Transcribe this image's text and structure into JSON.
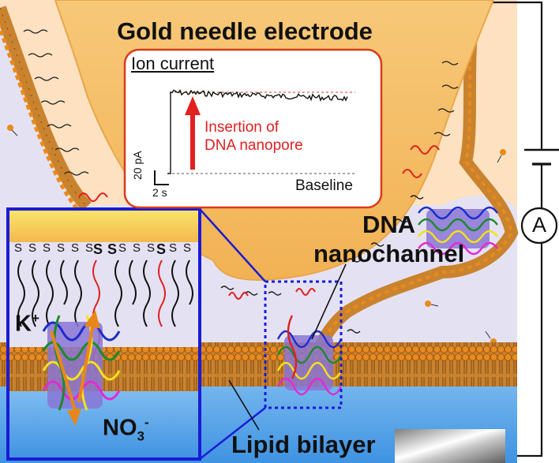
{
  "title": "Gold needle electrode",
  "inset": {
    "title": "Ion current",
    "annotation": "Insertion of\nDNA nanopore",
    "baseline_label": "Baseline",
    "scale_y": "20 pA",
    "scale_x": "2 s"
  },
  "labels": {
    "dna_nanochannel": "DNA\nnanochannel",
    "ion_k": "K",
    "ion_k_charge": "+",
    "ion_no3": "NO",
    "ion_no3_sub": "3",
    "ion_no3_charge": "-",
    "lipid_bilayer": "Lipid bilayer",
    "thiol": "S",
    "ammeter": "A"
  },
  "colors": {
    "electrode": "#f4bc66",
    "background": "#fde1c0",
    "aqueous": "#5aa7ea",
    "membrane": "#c9822e",
    "headgroup": "#e98a1e",
    "inset_frame": "#1a1bd6",
    "annotation": "#e32020",
    "frame_border": "#d93a1a"
  }
}
